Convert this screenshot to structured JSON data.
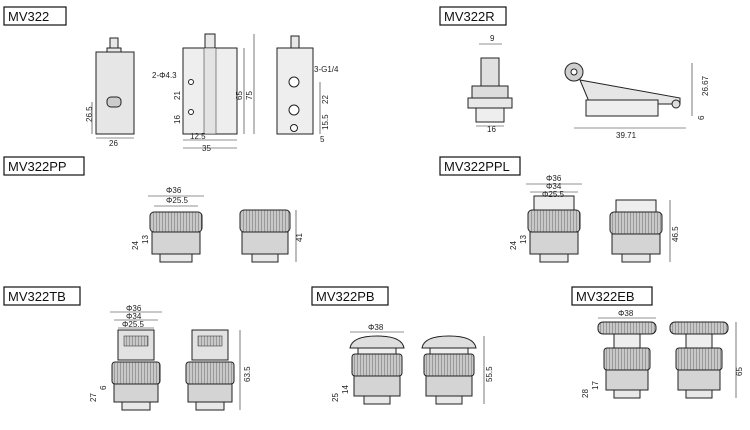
{
  "models": {
    "mv322": "MV322",
    "mv322r": "MV322R",
    "mv322pp": "MV322PP",
    "mv322ppl": "MV322PPL",
    "mv322tb": "MV322TB",
    "mv322pb": "MV322PB",
    "mv322eb": "MV322EB"
  },
  "dims": {
    "mv322": {
      "d26_5": "26.5",
      "d26": "26",
      "hole": "2-Φ4.3",
      "d21": "21",
      "d16": "16",
      "d12_5": "12.5",
      "d35": "35",
      "d65": "65",
      "d75": "75",
      "port": "3-G1/4",
      "d22": "22",
      "d15_5": "15.5",
      "d5": "5"
    },
    "mv322r": {
      "d9": "9",
      "d16": "16",
      "d26_67": "26.67",
      "d6": "6",
      "d39_71": "39.71"
    },
    "mv322pp": {
      "phi36": "Φ36",
      "phi25_5": "Φ25.5",
      "d24": "24",
      "d13": "13",
      "d41": "41"
    },
    "mv322ppl": {
      "phi36": "Φ36",
      "phi34": "Φ34",
      "phi25_5": "Φ25.5",
      "d24": "24",
      "d13": "13",
      "d46_5": "46.5"
    },
    "mv322tb": {
      "phi36": "Φ36",
      "phi34": "Φ34",
      "phi25_5": "Φ25.5",
      "d27": "27",
      "d6": "6",
      "d63_5": "63.5"
    },
    "mv322pb": {
      "phi38": "Φ38",
      "d25": "25",
      "d14": "14",
      "d55_5": "55.5"
    },
    "mv322eb": {
      "phi38": "Φ38",
      "d28": "28",
      "d17": "17",
      "d65": "65"
    }
  },
  "colors": {
    "body": "#d4d4d4",
    "knurl": "#9a9a9a",
    "line": "#222222"
  }
}
